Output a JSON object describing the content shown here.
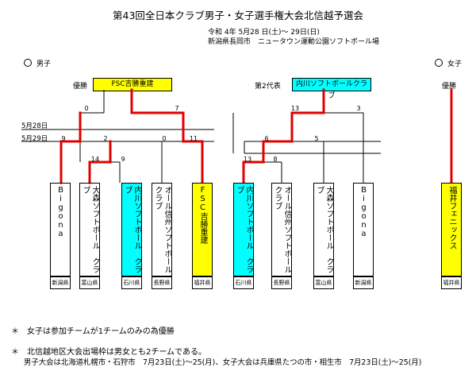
{
  "title": "第43回全日本クラブ男子・女子選手権大会北信越予選会",
  "date_line": "令和 4年  5月28 日(土)～ 29日(日)",
  "venue_line": "新潟県長岡市　ニュータウン運動公園ソフトボール場",
  "men_label": "男子",
  "women_label": "女子",
  "men_champion_label": "優勝",
  "men_champion_team": "FSC吉勝重建",
  "men_second_label": "第2代表",
  "men_second_team": "内川ソフトボールクラブ",
  "women_champion_label": "優勝",
  "day1_label": "5月28日",
  "day2_label": "5月29日",
  "scores": {
    "final_left": "0",
    "final_right": "7",
    "second_left": "13",
    "second_right": "3",
    "sf_a_left": "9",
    "sf_a_right": "2",
    "sf_b_left": "0",
    "sf_b_right": "11",
    "sf_c_left": "6",
    "sf_c_right": "5",
    "qf_a_left": "14",
    "qf_a_right": "9",
    "qf_b_left": "13",
    "qf_b_right": "8"
  },
  "teams": [
    {
      "name": "Bigona",
      "pref": "新潟県",
      "color": "#ffffff"
    },
    {
      "name": "大森ソフトボール　クラブ",
      "pref": "富山県",
      "color": "#ffffff"
    },
    {
      "name": "内川ソフトボール　クラブ",
      "pref": "石川県",
      "color": "#00ffff"
    },
    {
      "name": "オール信州ソフトボールクラブ",
      "pref": "長野県",
      "color": "#ffffff"
    },
    {
      "name": "FSC吉勝重建",
      "pref": "福井県",
      "color": "#ffff00"
    },
    {
      "name": "内川ソフトボール　クラブ",
      "pref": "石川県",
      "color": "#00ffff"
    },
    {
      "name": "オール信州ソフトボールクラブ",
      "pref": "長野県",
      "color": "#ffffff"
    },
    {
      "name": "大森ソフトボール　クラブ",
      "pref": "富山県",
      "color": "#ffffff"
    },
    {
      "name": "Bigona",
      "pref": "新潟県",
      "color": "#ffffff"
    },
    {
      "name": "福井フェニックス",
      "pref": "福井県",
      "color": "#ffff00"
    }
  ],
  "notes": [
    "＊　女子は参加チームが1チームのみの為優勝",
    "＊　北信越地区大会出場枠は男女とも2チームである。",
    "男子大会は北海道札幌市・石狩市　7月23日(土)～25(月)、女子大会は兵庫県たつの市・相生市　7月23日(土)～25(月)"
  ]
}
